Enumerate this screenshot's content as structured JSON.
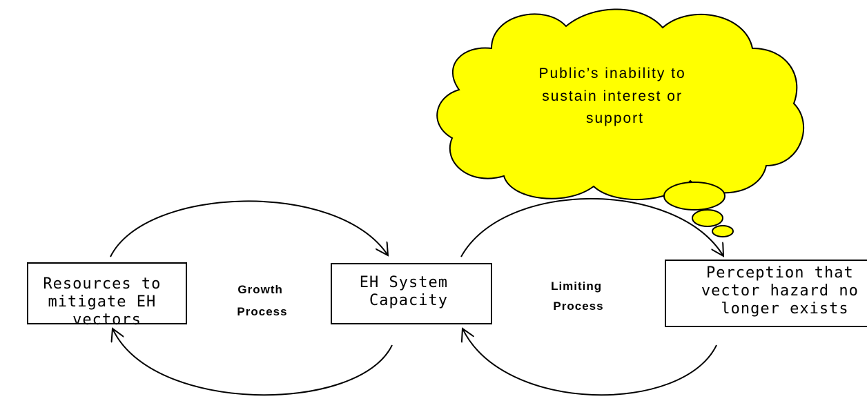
{
  "nodes": {
    "resources": {
      "lines": [
        "Resources to",
        "mitigate EH",
        "vectors"
      ]
    },
    "capacity": {
      "lines": [
        "EH System",
        "Capacity"
      ]
    },
    "perception": {
      "lines": [
        "Perception that",
        "vector hazard no",
        "longer exists"
      ]
    }
  },
  "loops": {
    "growth": {
      "lines": [
        "Growth",
        "Process"
      ]
    },
    "limiting": {
      "lines": [
        "Limiting",
        "Process"
      ]
    }
  },
  "thought": {
    "lines": [
      "Public’s inability to",
      "sustain interest or",
      "support"
    ]
  },
  "colors": {
    "cloud_fill": "#ffff00",
    "stroke": "#000000",
    "background": "#ffffff"
  }
}
